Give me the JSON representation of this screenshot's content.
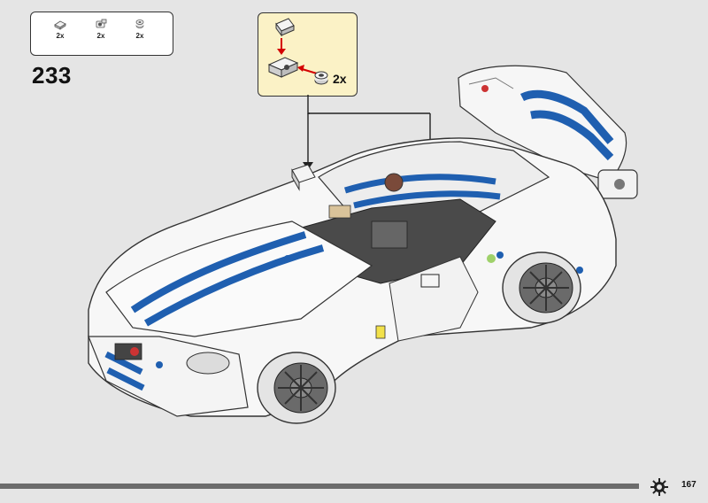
{
  "parts_list": {
    "items": [
      {
        "icon": "plate-piece-icon",
        "qty": "2x"
      },
      {
        "icon": "connector-piece-icon",
        "qty": "2x"
      },
      {
        "icon": "round-stud-piece-icon",
        "qty": "2x"
      }
    ]
  },
  "step": {
    "number": "233"
  },
  "callout": {
    "qty": "2x"
  },
  "footer": {
    "page_number": "167",
    "icon": "gear-icon"
  },
  "colors": {
    "background": "#e5e5e5",
    "callout_background": "#fbf2c6",
    "stripe_blue": "#1f5fb0",
    "arrow_red": "#d40000",
    "footer_bar": "#6c6c6c"
  }
}
